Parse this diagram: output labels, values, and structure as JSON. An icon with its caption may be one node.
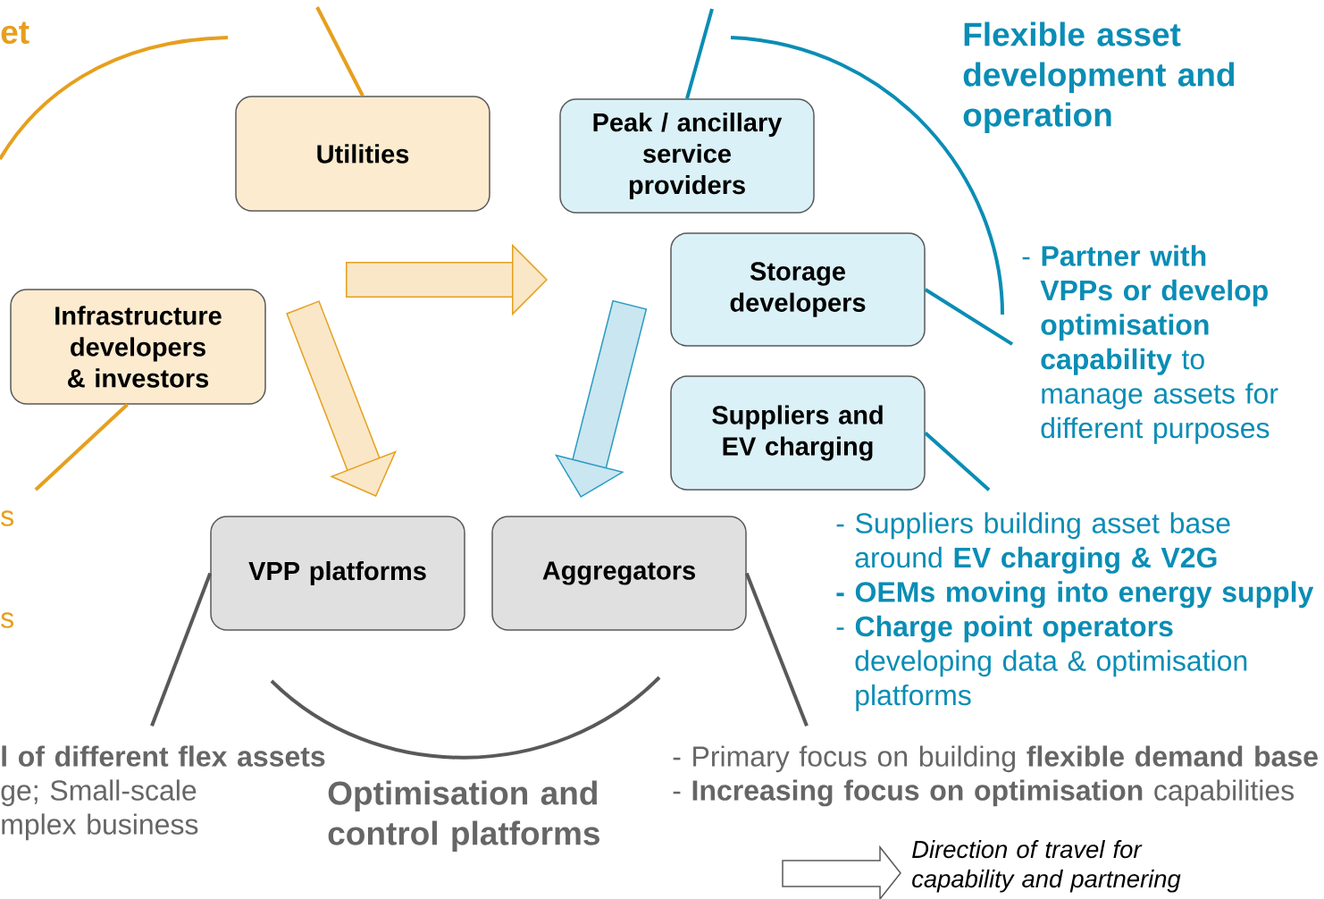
{
  "diagram": {
    "nodes": [
      {
        "text": [
          "Utilities"
        ]
      },
      {
        "text": [
          "Peak / ancillary service providers"
        ]
      },
      {
        "text": [
          "Storage developers"
        ]
      },
      {
        "text": [
          "Infrastructure developers & investors"
        ]
      },
      {
        "text": [
          "Suppliers and EV charging"
        ]
      },
      {
        "text": [
          "VPP platforms"
        ]
      },
      {
        "text": [
          "Aggregators"
        ]
      },
      {
        "text": [
          "- **Partner with VPPs or develop optimisation capability** to manage assets for different purposes"
        ]
      },
      {
        "text": [
          "- Suppliers building asset base around **EV charging & V2G**",
          "- OEMs moving into energy supply",
          "- **Charge point operators** developing data & optimisation platforms"
        ]
      },
      {
        "text": [
          "l of different flex assets",
          "ge; Small-scale mplex business"
        ]
      },
      {
        "text": [
          "- Primary focus on building **flexible demand base**",
          "- **Increasing focus on optimisation** capabilities"
        ]
      }
    ],
    "edges": [
      {
        "from": 0,
        "to": null,
        "arrow": "none",
        "color": "#e69f1e"
      },
      {
        "from": 1,
        "to": null,
        "arrow": "none",
        "color": "#0a8db5"
      },
      {
        "from": 2,
        "to": 7,
        "arrow": "none",
        "color": "#0a8db5"
      },
      {
        "from": 4,
        "to": 8,
        "arrow": "none",
        "color": "#0a8db5"
      },
      {
        "from": 3,
        "to": null,
        "arrow": "none",
        "color": "#e69f1e"
      },
      {
        "from": 5,
        "to": 9,
        "arrow": "none",
        "color": "#595959"
      },
      {
        "from": 6,
        "to": 10,
        "arrow": "none",
        "color": "#595959"
      }
    ],
    "labels": [
      "et",
      "Flexible asset development and operation",
      "s",
      "s",
      "Optimisation and control platforms"
    ],
    "legend": [
      {
        "text": "Direction of travel for capability and partnering"
      }
    ]
  }
}
